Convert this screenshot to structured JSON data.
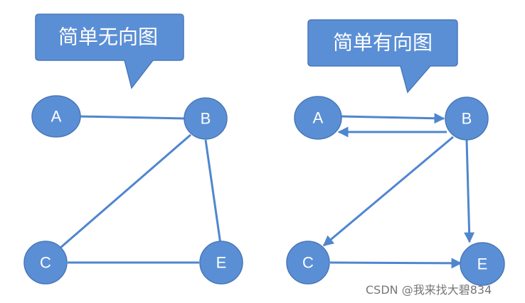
{
  "diagrams": [
    {
      "title": "简单无向图",
      "nodes": [
        "A",
        "B",
        "C",
        "E"
      ],
      "edges": [
        {
          "from": "A",
          "to": "B",
          "directed": false
        },
        {
          "from": "B",
          "to": "C",
          "directed": false
        },
        {
          "from": "B",
          "to": "E",
          "directed": false
        },
        {
          "from": "C",
          "to": "E",
          "directed": false
        }
      ]
    },
    {
      "title": "简单有向图",
      "nodes": [
        "A",
        "B",
        "C",
        "E"
      ],
      "edges": [
        {
          "from": "A",
          "to": "B",
          "directed": true
        },
        {
          "from": "B",
          "to": "A",
          "directed": true
        },
        {
          "from": "B",
          "to": "C",
          "directed": true
        },
        {
          "from": "B",
          "to": "E",
          "directed": true
        },
        {
          "from": "C",
          "to": "E",
          "directed": true
        }
      ]
    }
  ],
  "watermark": "CSDN @我来找大碧834",
  "colors": {
    "node_fill": "#5b8fd5",
    "edge": "#4f86cf",
    "text": "#ffffff"
  }
}
